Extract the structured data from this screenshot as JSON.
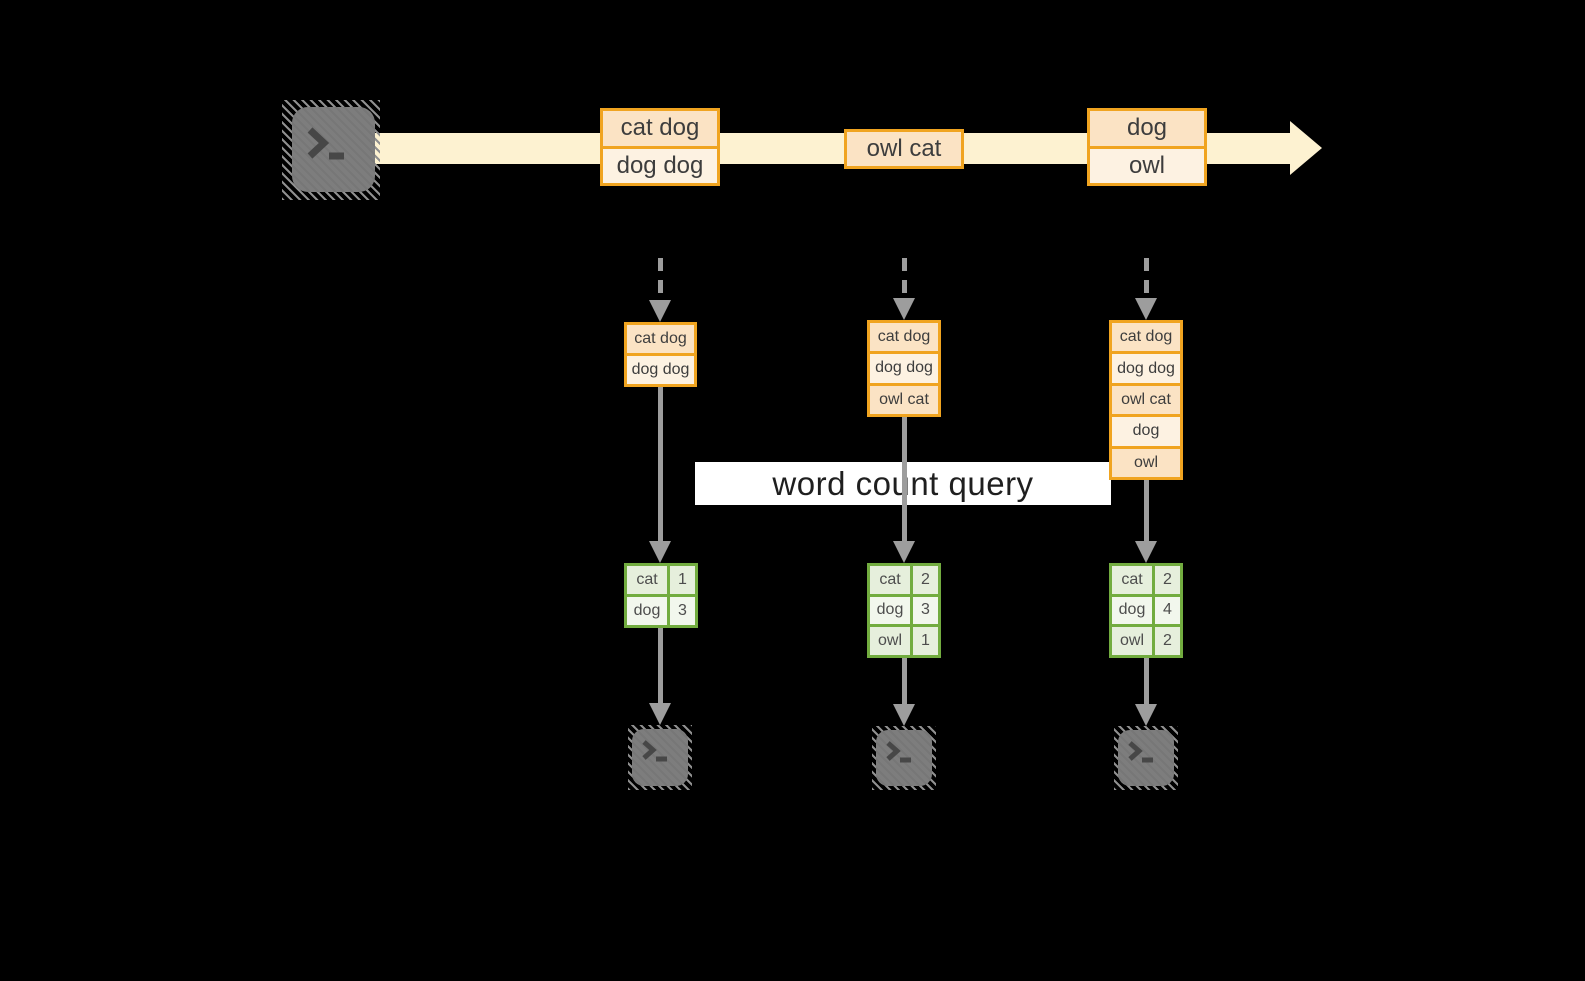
{
  "label": {
    "text": "word count query"
  },
  "stream": {
    "source_icon": "terminal-icon",
    "events": [
      {
        "lines": [
          "cat dog",
          "dog dog"
        ]
      },
      {
        "lines": [
          "owl cat"
        ]
      },
      {
        "lines": [
          "dog",
          "owl"
        ]
      }
    ]
  },
  "micro_batches": [
    {
      "records": [
        "cat dog",
        "dog dog"
      ]
    },
    {
      "records": [
        "cat dog",
        "dog dog",
        "owl cat"
      ]
    },
    {
      "records": [
        "cat dog",
        "dog dog",
        "owl cat",
        "dog",
        "owl"
      ]
    }
  ],
  "counts": [
    {
      "rows": [
        [
          "cat",
          "1"
        ],
        [
          "dog",
          "3"
        ]
      ]
    },
    {
      "rows": [
        [
          "cat",
          "2"
        ],
        [
          "dog",
          "3"
        ],
        [
          "owl",
          "1"
        ]
      ]
    },
    {
      "rows": [
        [
          "cat",
          "2"
        ],
        [
          "dog",
          "4"
        ],
        [
          "owl",
          "2"
        ]
      ]
    }
  ],
  "colors": {
    "background": "#000000",
    "stream_band": "#fdf2d1",
    "orange_border": "#f0a420",
    "cell_peach": "#fbe3c4",
    "cell_cream": "#fdf2e2",
    "green_border": "#72ac3f",
    "green_cell": "#e6efdc",
    "green_cell_light": "#f2f7ed",
    "arrow_gray": "#9d9d9d",
    "terminal_gray": "#7d7d7d",
    "terminal_glyph": "#474747",
    "label_bg": "#ffffff",
    "label_text": "#1f1f1f",
    "text_dark": "#3d3d3d",
    "text_table": "#4d4d4d"
  }
}
